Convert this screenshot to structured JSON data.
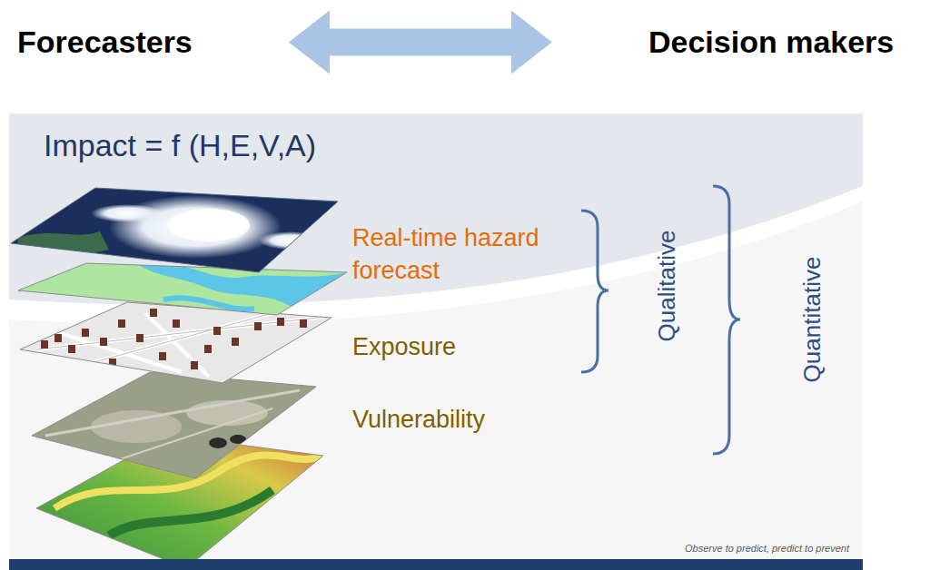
{
  "diagram": {
    "nodes": [
      {
        "text": [
          "Forecasters"
        ]
      },
      {
        "text": [
          "Decision makers"
        ]
      }
    ],
    "edges": [
      {
        "from": 0,
        "to": 1,
        "arrow": "both"
      }
    ],
    "labels": [
      "Impact = f (H,E,V,A)",
      "Real-time hazard forecast",
      "Exposure",
      "Vulnerability",
      "Qualitative",
      "Quantitative",
      "Observe to predict, predict to prevent"
    ]
  }
}
